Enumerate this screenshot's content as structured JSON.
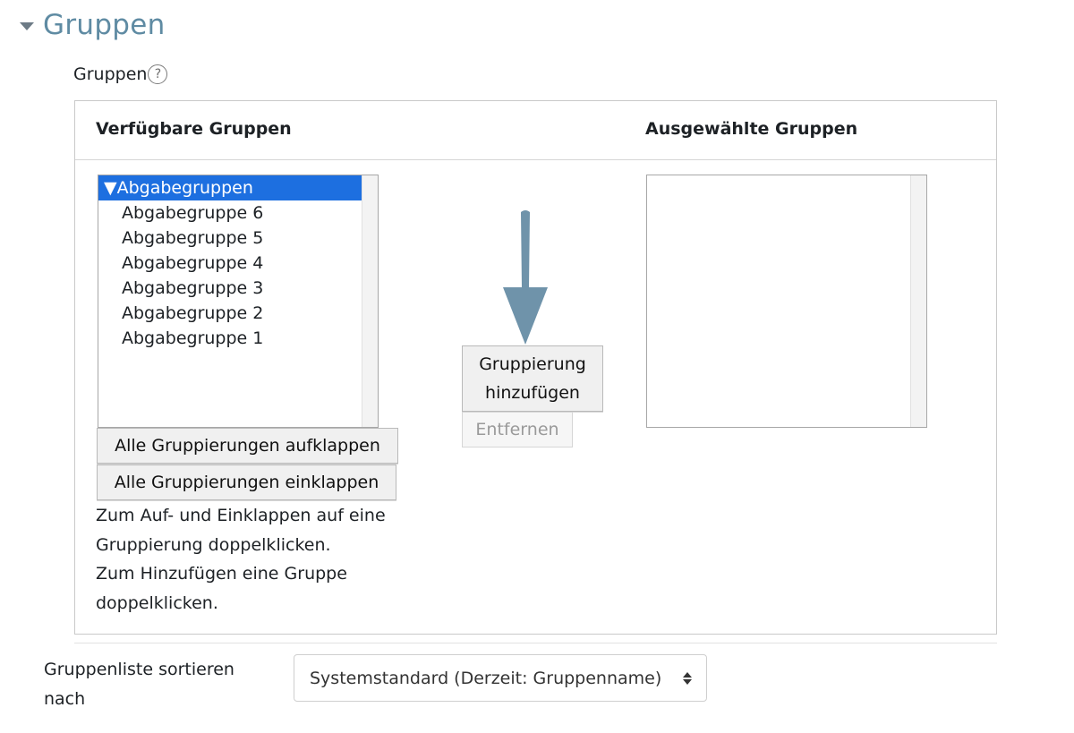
{
  "section": {
    "title": "Gruppen",
    "caret_icon": "caret-down-icon"
  },
  "field": {
    "label": "Gruppen",
    "help_icon": "?"
  },
  "available": {
    "title": "Verfügbare Gruppen",
    "group_label": "▼Abgabegruppen",
    "items": [
      "Abgabegruppe 6",
      "Abgabegruppe 5",
      "Abgabegruppe 4",
      "Abgabegruppe 3",
      "Abgabegruppe 2",
      "Abgabegruppe 1"
    ],
    "selection_color": "#1d6fe0"
  },
  "selected": {
    "title": "Ausgewählte Gruppen",
    "items": []
  },
  "buttons": {
    "add_line1": "Gruppierung",
    "add_line2": "hinzufügen",
    "remove": "Entfernen",
    "expand_all": "Alle Gruppierungen aufklappen",
    "collapse_all": "Alle Gruppierungen einklappen"
  },
  "hints": {
    "line1": "Zum Auf- und Einklappen auf eine",
    "line2": "Gruppierung doppelklicken.",
    "line3": "Zum Hinzufügen eine Gruppe",
    "line4": "doppelklicken."
  },
  "sort": {
    "label_line1": "Gruppenliste sortieren",
    "label_line2": "nach",
    "value": "Systemstandard (Derzeit: Gruppenname)"
  },
  "colors": {
    "heading": "#5f8ba3",
    "arrow": "#6f93aa"
  }
}
